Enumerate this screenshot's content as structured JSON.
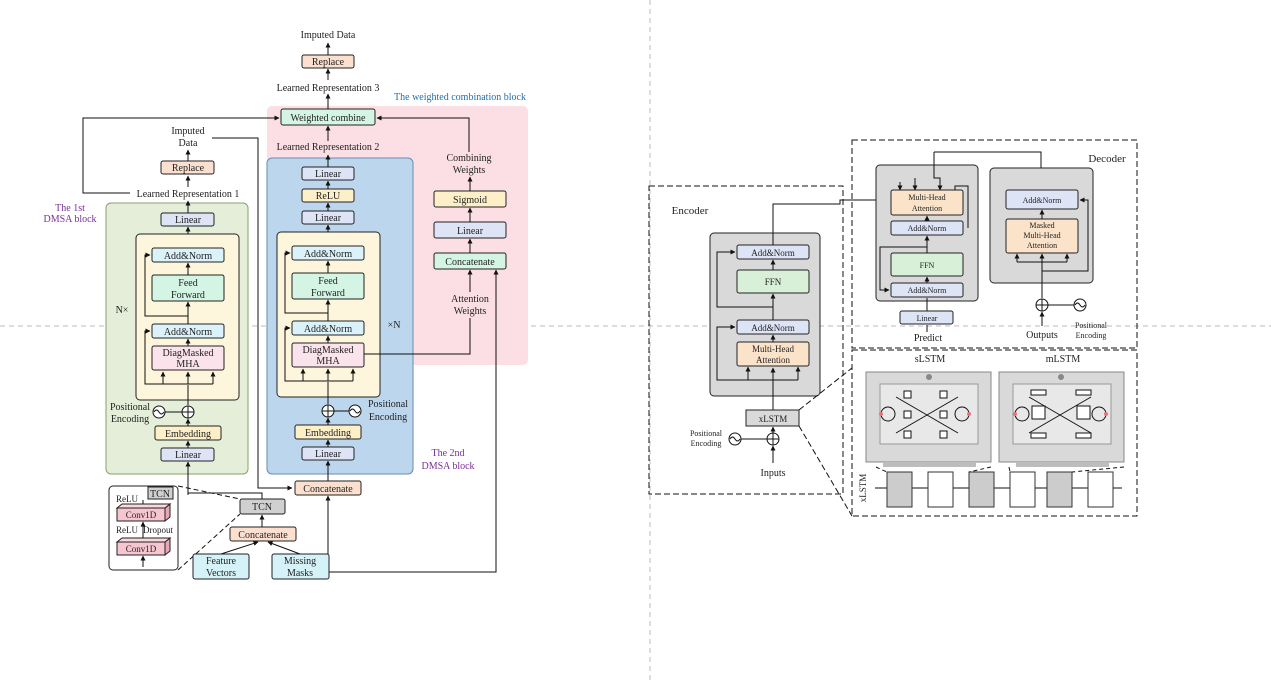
{
  "left": {
    "imputed_data_top": "Imputed Data",
    "replace_top": "Replace",
    "learned_rep_3": "Learned Representation 3",
    "weighted_block_title": "The weighted combination block",
    "weighted_combine": "Weighted combine",
    "learned_rep_2": "Learned Representation 2",
    "imputed_data_1_line1": "Imputed",
    "imputed_data_1_line2": "Data",
    "replace_1": "Replace",
    "learned_rep_1": "Learned Representation 1",
    "combining_weights_line1": "Combining",
    "combining_weights_line2": "Weights",
    "sigmoid": "Sigmoid",
    "linear": "Linear",
    "concatenate": "Concatenate",
    "attention_weights_line1": "Attention",
    "attention_weights_line2": "Weights",
    "dmsa1_title_line1": "The 1st",
    "dmsa1_title_line2": "DMSA block",
    "dmsa2_title_line1": "The 2nd",
    "dmsa2_title_line2": "DMSA block",
    "add_norm": "Add&Norm",
    "feed_forward_line1": "Feed",
    "feed_forward_line2": "Forward",
    "diag_mha_line1": "DiagMasked",
    "diag_mha_line2": "MHA",
    "n_times_left": "N×",
    "n_times_right": "×N",
    "relu": "ReLU",
    "positional_encoding_line1": "Positional",
    "positional_encoding_line2": "Encoding",
    "embedding": "Embedding",
    "tcn": "TCN",
    "conv1d": "Conv1D",
    "dropout": "Dropout",
    "feature_vectors_line1": "Feature",
    "feature_vectors_line2": "Vectors",
    "missing_masks_line1": "Missing",
    "missing_masks_line2": "Masks"
  },
  "right": {
    "encoder": "Encoder",
    "decoder": "Decoder",
    "add_norm": "Add&Norm",
    "ffn": "FFN",
    "mha_line1": "Multi-Head",
    "mha_line2": "Attention",
    "masked_mha_line1": "Masked",
    "masked_mha_line2": "Multi-Head",
    "masked_mha_line3": "Attention",
    "xlstm": "xLSTM",
    "inputs": "Inputs",
    "outputs": "Outputs",
    "positional_encoding_line1": "Positional",
    "positional_encoding_line2": "Encoding",
    "linear": "Linear",
    "predict": "Predict",
    "slstm": "sLSTM",
    "mlstm": "mLSTM"
  },
  "colors": {
    "block1_bg": "#e4eed8",
    "block2_bg": "#bcd6ee",
    "weighted_bg": "#fbdfe4",
    "inner_bg": "#fdf6dc",
    "linear_fill": "#dde4f6",
    "addnorm_fill": "#dcf2fa",
    "ff_fill": "#d4f4e4",
    "mha_fill": "#fbe3ec",
    "replace_fill": "#fbe0cf",
    "conv_fill": "#f6c6d0",
    "input_fill": "#d4f2f8",
    "title_purple": "#7a2f9a",
    "title_blue": "#1f6fb0",
    "gray_block": "#d9d9d9"
  }
}
